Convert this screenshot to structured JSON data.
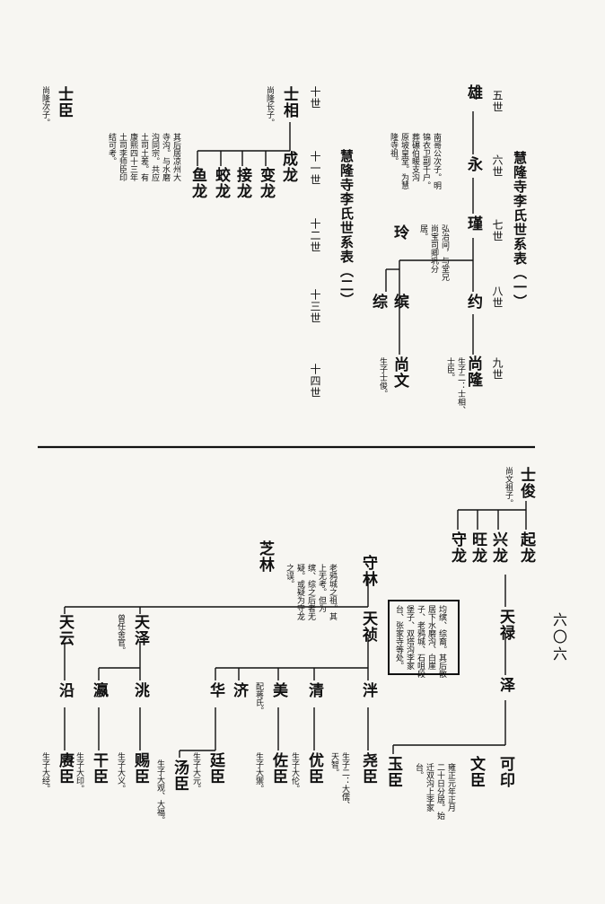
{
  "page_number": "六〇六",
  "table1": {
    "title": "慧隆寺李氏世系表（一）",
    "generations": [
      "五世",
      "六世",
      "七世",
      "八世",
      "九世"
    ],
    "names": {
      "xiong": "雄",
      "yong": "永",
      "jin": "瑾",
      "yue": "约",
      "shanglong": "尚隆",
      "ling": "玲",
      "bin": "缤",
      "zong": "综",
      "shangwen": "尚文"
    },
    "notes": {
      "xiong": "南哥公次子。明\n锦衣卫副千户。\n葬碾伯暖支沟\n原坡皇堂。为慧\n隆寺祖。",
      "jin": "弘治间，与堂兄\n尚宝司卿巩分\n居。",
      "shanglong": "生子二：士相、\n士臣。",
      "shangwen": "生子士俊。"
    }
  },
  "table2": {
    "title": "慧隆寺李氏世系表（二）",
    "generations": [
      "十世",
      "十一世",
      "十二世",
      "十三世",
      "十四世"
    ],
    "names": {
      "shixiang": "士相",
      "shichen": "士臣",
      "chenglong": "成龙",
      "bianlong": "变龙",
      "jielong": "接龙",
      "jiaolong": "蛟龙",
      "yulong": "鱼龙"
    },
    "notes": {
      "shixiang": "尚隆长子。",
      "shichen": "尚隆次子。",
      "yulong": "其后居凉州大\n寺沟。与水磨\n沟同宗。共应\n土司土差。有\n康熙四十三年\n土司李师臣印\n结可考。"
    }
  },
  "table3": {
    "names": {
      "shijun": "士俊",
      "qilong": "起龙",
      "xinglong": "兴龙",
      "wanglong": "旺龙",
      "shoulong": "守龙",
      "tianlu": "天禄",
      "ze": "泽",
      "keyin": "可印",
      "wenchen": "文臣",
      "yuchen": "玉臣",
      "shoulin": "守林",
      "zhilin": "芝林",
      "tianzhen": "天祯",
      "tianze": "天泽",
      "tianyun": "天云",
      "pan": "泮",
      "qing": "清",
      "mei": "美",
      "ji": "济",
      "hua": "华",
      "tiao": "洮",
      "ying": "瀛",
      "yan": "沿",
      "yaochen": "尧臣",
      "youchen": "优臣",
      "zuochen": "佐臣",
      "tingchen": "廷臣",
      "tangchen": "汤臣",
      "cichen": "赐臣",
      "ganchen": "干臣",
      "gengchen": "赓臣"
    },
    "box_note": "均缤、综裔。其后散\n居下水磨沟、白崖\n子、老鸦城、石咀段\n堡子、双塔沟李家\n台、张家寺等处。",
    "notes": {
      "shijun": "尚文祖子。",
      "keyin": "雍正元年正月\n二十日分居。始\n迁双沟上李家\n台。",
      "shoulin": "老鸦城之祖。其\n上无考。但为\n缤、综之后者无\n疑。或疑为守龙\n之误。",
      "tianze": "曾任舍官。",
      "mei": "配蒋氏。",
      "yaochen": "生子二：大儒、\n天智。",
      "youchen": "生子大伦。",
      "zuochen": "生子大禦。",
      "tingchen": "生子大元。",
      "tangchen": "生子大观、大福。",
      "cichen": "生子大义。",
      "ganchen": "生子大印。",
      "gengchen": "生子大经。"
    }
  }
}
